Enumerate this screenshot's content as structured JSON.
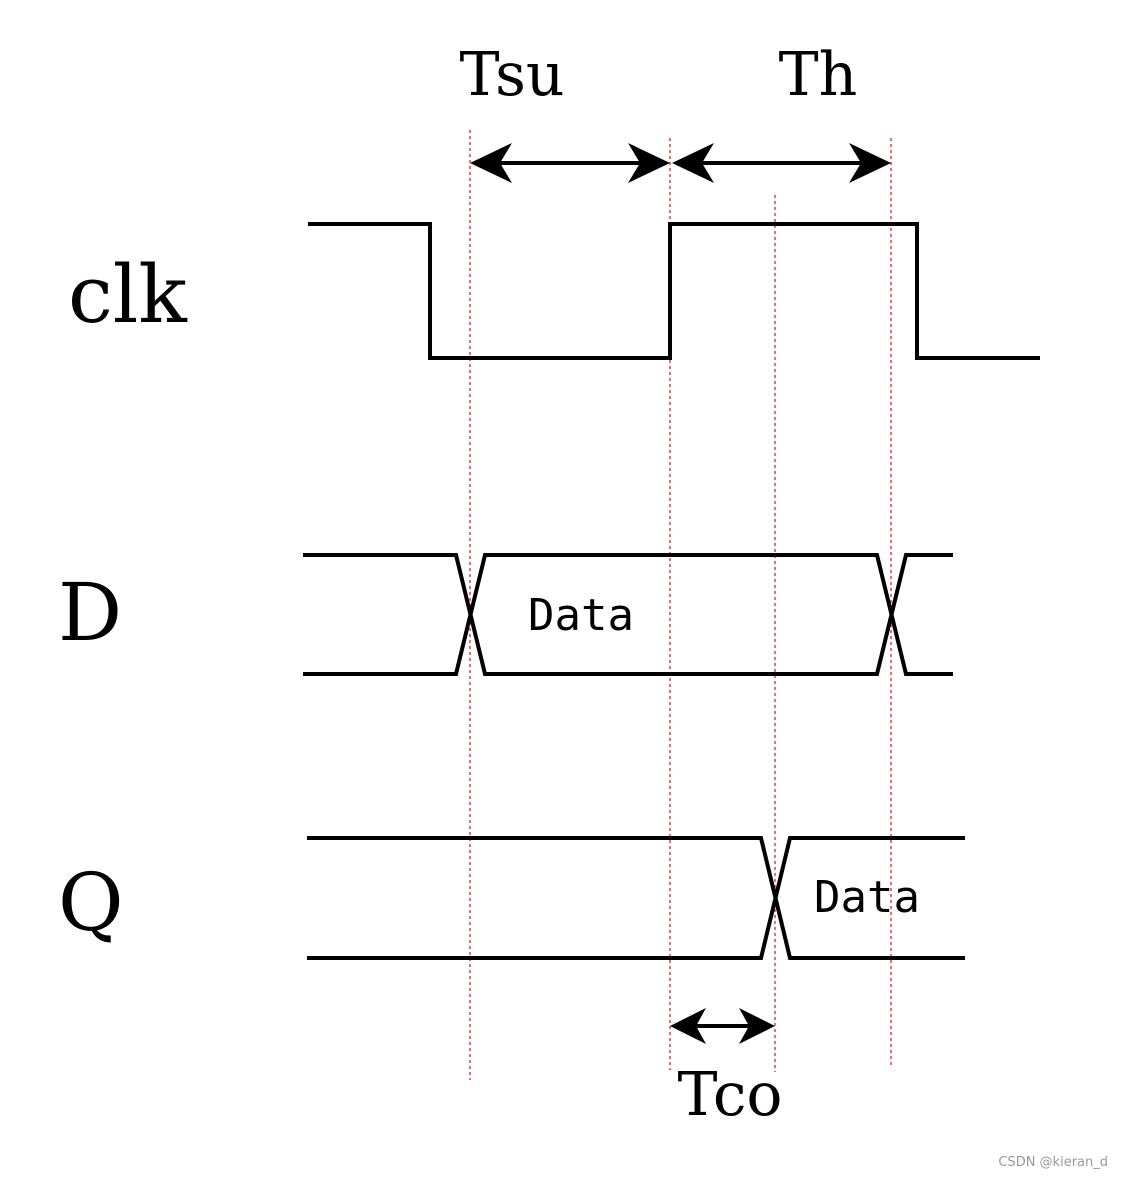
{
  "signals": {
    "clk": "clk",
    "d": "D",
    "q": "Q"
  },
  "timings": {
    "setup": "Tsu",
    "hold": "Th",
    "clock_to_out": "Tco"
  },
  "data_labels": {
    "d_data": "Data",
    "q_data": "Data"
  },
  "watermark": "CSDN @kieran_d",
  "colors": {
    "waveform": "#000000",
    "guide_lines": "#e02020"
  }
}
